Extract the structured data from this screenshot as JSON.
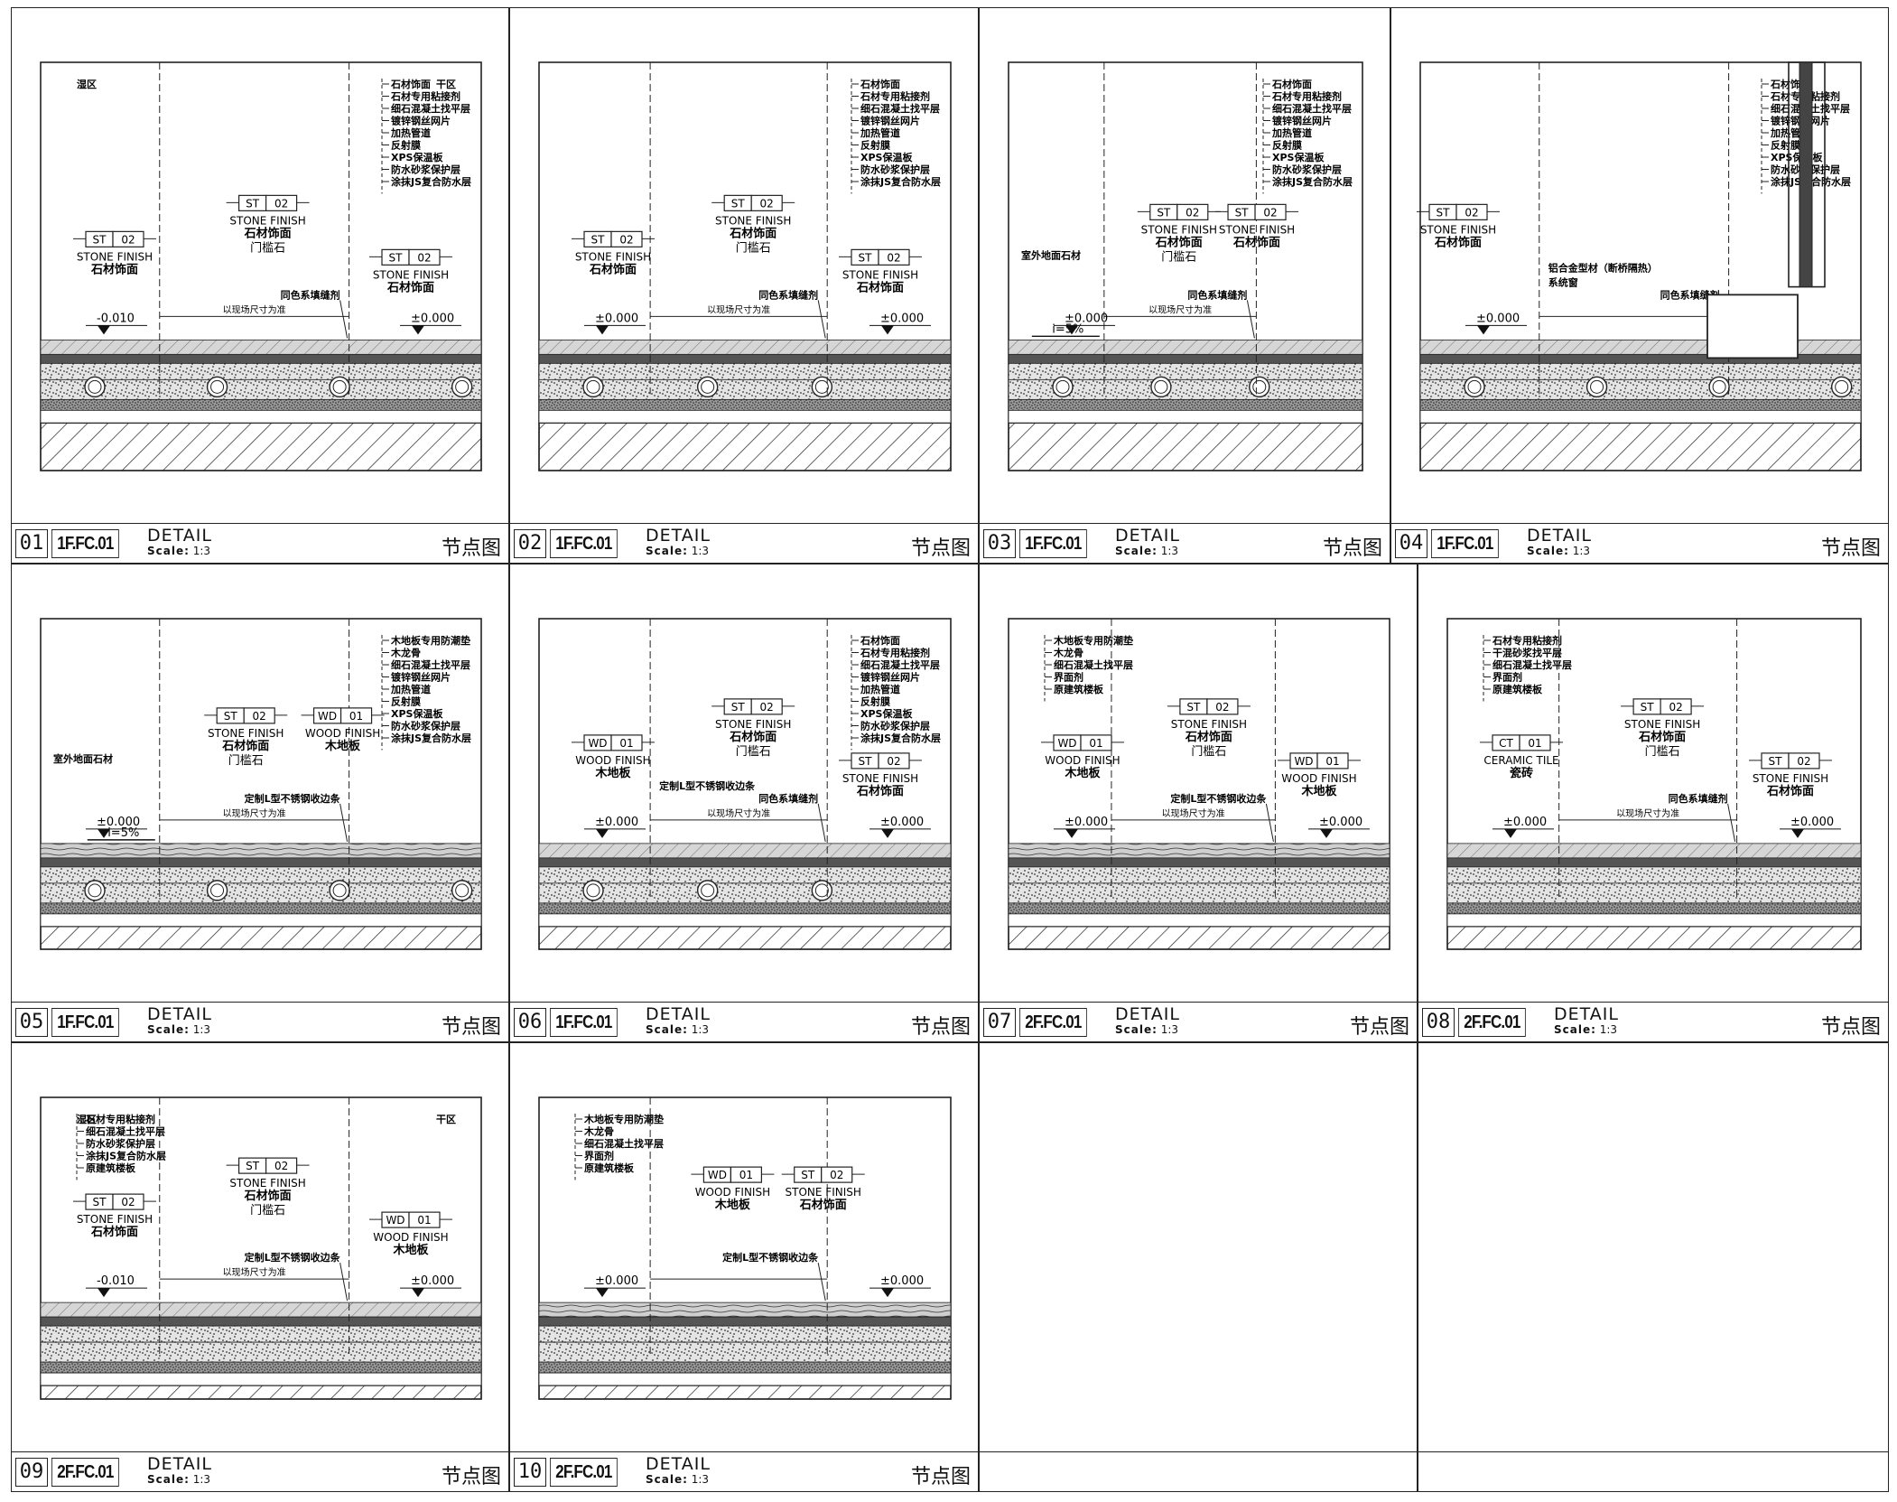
{
  "sheet_title": "",
  "details": [
    {
      "number": "01",
      "code": "1F.FC.01",
      "title": "DETAIL",
      "scale_label": "Scale:",
      "scale_value": "1:3",
      "cn_title": "节点图",
      "tags": [
        {
          "code": "ST",
          "num": "02",
          "en": "STONE FINISH",
          "cn": "石材饰面"
        },
        {
          "code": "ST",
          "num": "02",
          "en": "STONE FINISH",
          "cn": "石材饰面",
          "sub": "门槛石"
        },
        {
          "code": "ST",
          "num": "02",
          "en": "STONE FINISH",
          "cn": "石材饰面"
        }
      ],
      "levels": [
        "-0.010",
        "±0.000"
      ],
      "zone_left": "湿区",
      "zone_right": "干区",
      "dim_label": "以现场尺寸为准",
      "note": "同色系填缝剂",
      "layers": [
        "石材饰面",
        "石材专用粘接剂",
        "细石混凝土找平层",
        "镀锌钢丝网片",
        "加热管道",
        "反射膜",
        "XPS保温板",
        "防水砂浆保护层",
        "涂抹JS复合防水层"
      ]
    },
    {
      "number": "02",
      "code": "1F.FC.01",
      "title": "DETAIL",
      "scale_label": "Scale:",
      "scale_value": "1:3",
      "cn_title": "节点图",
      "tags": [
        {
          "code": "ST",
          "num": "02",
          "en": "STONE FINISH",
          "cn": "石材饰面"
        },
        {
          "code": "ST",
          "num": "02",
          "en": "STONE FINISH",
          "cn": "石材饰面",
          "sub": "门槛石"
        },
        {
          "code": "ST",
          "num": "02",
          "en": "STONE FINISH",
          "cn": "石材饰面"
        }
      ],
      "levels": [
        "±0.000",
        "±0.000"
      ],
      "dim_label": "以现场尺寸为准",
      "note": "同色系填缝剂",
      "layers": [
        "石材饰面",
        "石材专用粘接剂",
        "细石混凝土找平层",
        "镀锌钢丝网片",
        "加热管道",
        "反射膜",
        "XPS保温板",
        "防水砂浆保护层",
        "涂抹JS复合防水层"
      ]
    },
    {
      "number": "03",
      "code": "1F.FC.01",
      "title": "DETAIL",
      "scale_label": "Scale:",
      "scale_value": "1:3",
      "cn_title": "节点图",
      "tags": [
        {
          "code": "ST",
          "num": "02",
          "en": "STONE FINISH",
          "cn": "石材饰面",
          "sub": "门槛石"
        },
        {
          "code": "ST",
          "num": "02",
          "en": "STONE FINISH",
          "cn": "石材饰面"
        }
      ],
      "levels": [
        "±0.000"
      ],
      "slope": "i=5%",
      "outdoor": "室外地面石材",
      "dim_label": "以现场尺寸为准",
      "note": "同色系填缝剂",
      "layers": [
        "石材饰面",
        "石材专用粘接剂",
        "细石混凝土找平层",
        "镀锌钢丝网片",
        "加热管道",
        "反射膜",
        "XPS保温板",
        "防水砂浆保护层",
        "涂抹JS复合防水层"
      ]
    },
    {
      "number": "04",
      "code": "1F.FC.01",
      "title": "DETAIL",
      "scale_label": "Scale:",
      "scale_value": "1:3",
      "cn_title": "节点图",
      "tags": [
        {
          "code": "ST",
          "num": "02",
          "en": "STONE FINISH",
          "cn": "石材饰面"
        }
      ],
      "levels": [
        "±0.000"
      ],
      "note": "同色系填缝剂",
      "note2": "系统窗",
      "note3": "铝合金型材（断桥隔热）",
      "layers": [
        "石材饰面",
        "石材专用粘接剂",
        "细石混凝土找平层",
        "镀锌钢丝网片",
        "加热管道",
        "反射膜",
        "XPS保温板",
        "防水砂浆保护层",
        "涂抹JS复合防水层"
      ]
    },
    {
      "number": "05",
      "code": "1F.FC.01",
      "title": "DETAIL",
      "scale_label": "Scale:",
      "scale_value": "1:3",
      "cn_title": "节点图",
      "tags": [
        {
          "code": "ST",
          "num": "02",
          "en": "STONE FINISH",
          "cn": "石材饰面",
          "sub": "门槛石"
        },
        {
          "code": "WD",
          "num": "01",
          "en": "WOOD FINISH",
          "cn": "木地板"
        }
      ],
      "levels": [
        "±0.000"
      ],
      "slope": "i=5%",
      "outdoor": "室外地面石材",
      "dim_label": "以现场尺寸为准",
      "note": "定制L型不锈钢收边条",
      "layers": [
        "木地板专用防潮垫",
        "木龙骨",
        "细石混凝土找平层",
        "镀锌钢丝网片",
        "加热管道",
        "反射膜",
        "XPS保温板",
        "防水砂浆保护层",
        "涂抹JS复合防水层"
      ]
    },
    {
      "number": "06",
      "code": "1F.FC.01",
      "title": "DETAIL",
      "scale_label": "Scale:",
      "scale_value": "1:3",
      "cn_title": "节点图",
      "tags": [
        {
          "code": "WD",
          "num": "01",
          "en": "WOOD FINISH",
          "cn": "木地板"
        },
        {
          "code": "ST",
          "num": "02",
          "en": "STONE FINISH",
          "cn": "石材饰面",
          "sub": "门槛石"
        },
        {
          "code": "ST",
          "num": "02",
          "en": "STONE FINISH",
          "cn": "石材饰面"
        }
      ],
      "levels": [
        "±0.000",
        "±0.000"
      ],
      "dim_label": "以现场尺寸为准",
      "note": "同色系填缝剂",
      "note2": "定制L型不锈钢收边条",
      "layers": [
        "石材饰面",
        "石材专用粘接剂",
        "细石混凝土找平层",
        "镀锌钢丝网片",
        "加热管道",
        "反射膜",
        "XPS保温板",
        "防水砂浆保护层",
        "涂抹JS复合防水层"
      ]
    },
    {
      "number": "07",
      "code": "2F.FC.01",
      "title": "DETAIL",
      "scale_label": "Scale:",
      "scale_value": "1:3",
      "cn_title": "节点图",
      "tags": [
        {
          "code": "WD",
          "num": "01",
          "en": "WOOD FINISH",
          "cn": "木地板"
        },
        {
          "code": "ST",
          "num": "02",
          "en": "STONE FINISH",
          "cn": "石材饰面",
          "sub": "门槛石"
        },
        {
          "code": "WD",
          "num": "01",
          "en": "WOOD FINISH",
          "cn": "木地板"
        }
      ],
      "levels": [
        "±0.000",
        "±0.000"
      ],
      "dim_label": "以现场尺寸为准",
      "note": "定制L型不锈钢收边条",
      "layers": [
        "木地板专用防潮垫",
        "木龙骨",
        "细石混凝土找平层",
        "界面剂",
        "原建筑楼板"
      ]
    },
    {
      "number": "08",
      "code": "2F.FC.01",
      "title": "DETAIL",
      "scale_label": "Scale:",
      "scale_value": "1:3",
      "cn_title": "节点图",
      "tags": [
        {
          "code": "CT",
          "num": "01",
          "en": "CERAMIC TILE",
          "cn": "瓷砖"
        },
        {
          "code": "ST",
          "num": "02",
          "en": "STONE FINISH",
          "cn": "石材饰面",
          "sub": "门槛石"
        },
        {
          "code": "ST",
          "num": "02",
          "en": "STONE FINISH",
          "cn": "石材饰面"
        }
      ],
      "levels": [
        "±0.000",
        "±0.000"
      ],
      "dim_label": "以现场尺寸为准",
      "note": "同色系填缝剂",
      "layers": [
        "石材专用粘接剂",
        "干混砂浆找平层",
        "细石混凝土找平层",
        "界面剂",
        "原建筑楼板"
      ]
    },
    {
      "number": "09",
      "code": "2F.FC.01",
      "title": "DETAIL",
      "scale_label": "Scale:",
      "scale_value": "1:3",
      "cn_title": "节点图",
      "tags": [
        {
          "code": "ST",
          "num": "02",
          "en": "STONE FINISH",
          "cn": "石材饰面"
        },
        {
          "code": "ST",
          "num": "02",
          "en": "STONE FINISH",
          "cn": "石材饰面",
          "sub": "门槛石"
        },
        {
          "code": "WD",
          "num": "01",
          "en": "WOOD FINISH",
          "cn": "木地板"
        }
      ],
      "levels": [
        "-0.010",
        "±0.000"
      ],
      "zone_left": "湿区",
      "zone_right": "干区",
      "dim_label": "以现场尺寸为准",
      "note": "定制L型不锈钢收边条",
      "layers": [
        "石材专用粘接剂",
        "细石混凝土找平层",
        "防水砂浆保护层",
        "涂抹JS复合防水层",
        "原建筑楼板"
      ]
    },
    {
      "number": "10",
      "code": "2F.FC.01",
      "title": "DETAIL",
      "scale_label": "Scale:",
      "scale_value": "1:3",
      "cn_title": "节点图",
      "tags": [
        {
          "code": "WD",
          "num": "01",
          "en": "WOOD FINISH",
          "cn": "木地板"
        },
        {
          "code": "ST",
          "num": "02",
          "en": "STONE FINISH",
          "cn": "石材饰面"
        }
      ],
      "levels": [
        "±0.000",
        "±0.000"
      ],
      "note": "定制L型不锈钢收边条",
      "layers": [
        "木地板专用防潮垫",
        "木龙骨",
        "细石混凝土找平层",
        "界面剂",
        "原建筑楼板"
      ]
    }
  ]
}
